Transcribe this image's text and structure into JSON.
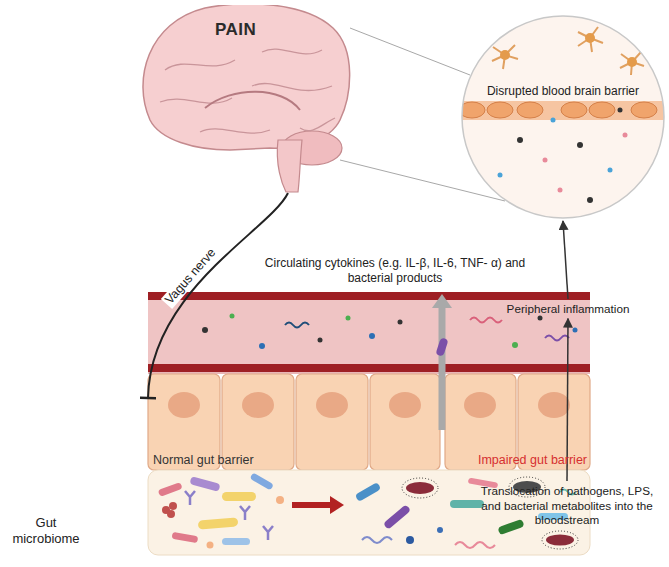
{
  "diagram": {
    "nodes": [
      {
        "text": [
          "PAIN"
        ]
      },
      {
        "text": [
          "Disrupted blood brain barrier"
        ]
      },
      {
        "text": [
          "Peripheral inflammation"
        ]
      },
      {
        "text": [
          "Translocation of pathogens, LPS, and bacterial metabolites into the bloodstream"
        ]
      },
      {
        "text": [
          "Normal gut barrier",
          "Impaired gut barrier"
        ]
      }
    ],
    "edges": [
      {
        "from": 0,
        "to": 4,
        "arrow": "none",
        "label": "Vagus nerve"
      },
      {
        "from": 3,
        "to": 2,
        "arrow": "to"
      },
      {
        "from": 2,
        "to": 1,
        "arrow": "to"
      }
    ],
    "labels": [
      "Circulating cytokines (e.g. IL-β, IL-6, TNF- α) and bacterial products",
      "Gut microbiome"
    ]
  }
}
